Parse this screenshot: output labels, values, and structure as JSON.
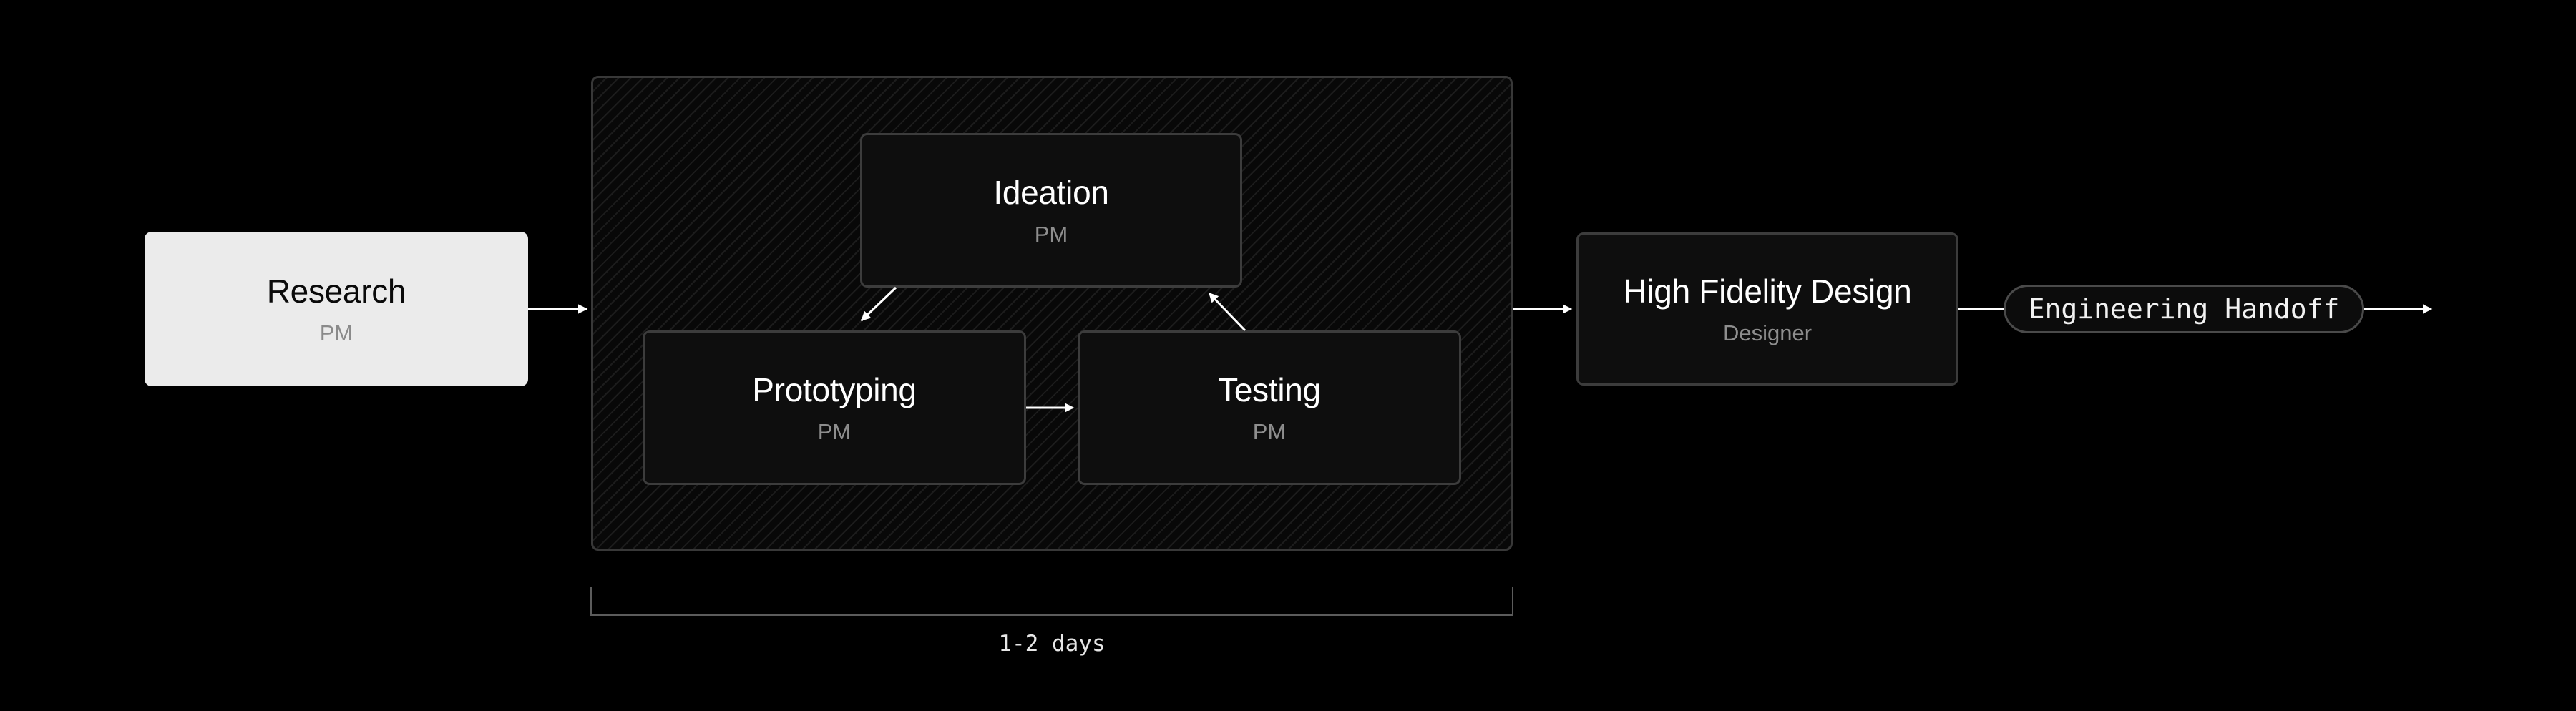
{
  "nodes": {
    "research": {
      "title": "Research",
      "role": "PM"
    },
    "ideation": {
      "title": "Ideation",
      "role": "PM"
    },
    "prototyping": {
      "title": "Prototyping",
      "role": "PM"
    },
    "testing": {
      "title": "Testing",
      "role": "PM"
    },
    "hifi": {
      "title": "High Fidelity Design",
      "role": "Designer"
    }
  },
  "handoff": {
    "label": "Engineering Handoff"
  },
  "duration": {
    "label": "1-2 days"
  },
  "colors": {
    "background": "#000000",
    "node_dark": "#0e0e0e",
    "node_light": "#ebebeb",
    "border": "#3c3c3c",
    "arrow": "#ffffff",
    "muted_text": "#8e8e8e"
  }
}
